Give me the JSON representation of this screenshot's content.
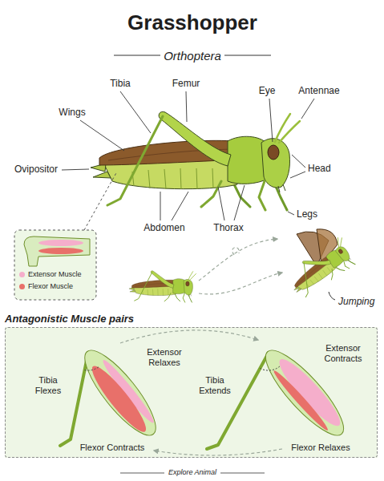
{
  "diagram": {
    "title": "Grasshopper",
    "nodes": [
      {
        "text": [
          "Antagonistic Muscle pairs"
        ]
      }
    ],
    "labels": [
      "Orthoptera",
      "Tibia",
      "Femur",
      "Eye",
      "Antennae",
      "Wings",
      "Head",
      "Ovipositor",
      "Abdomen",
      "Thorax",
      "Legs",
      "Jumping",
      "Extensor Relaxes",
      "Tibia Flexes",
      "Flexor Contracts",
      "Tibia Extends",
      "Extensor Contracts",
      "Flexor Relaxes",
      "Explore Animal"
    ],
    "legend": [
      {
        "text": "Extensor Muscle",
        "color": "#f5aecb"
      },
      {
        "text": "Flexor Muscle",
        "color": "#e8706a"
      }
    ]
  }
}
